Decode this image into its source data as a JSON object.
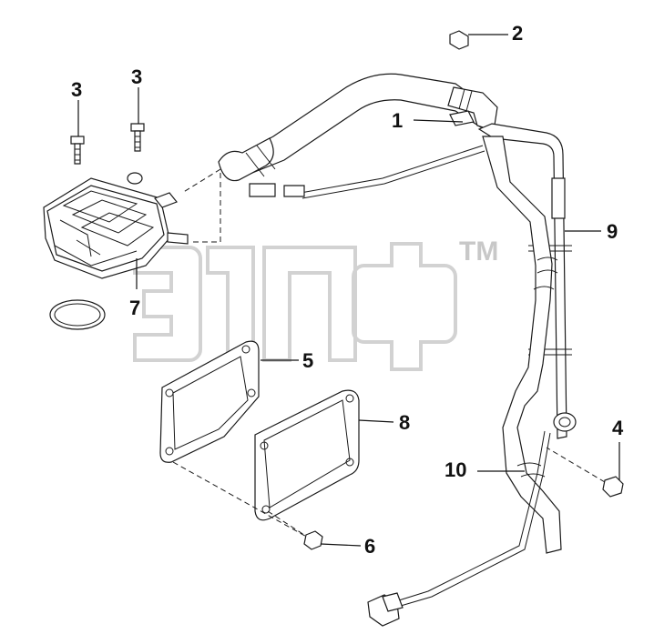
{
  "diagram": {
    "watermark_trademark": "TM",
    "callouts": [
      {
        "id": "c1",
        "label": "1"
      },
      {
        "id": "c2",
        "label": "2"
      },
      {
        "id": "c3a",
        "label": "3"
      },
      {
        "id": "c3b",
        "label": "3"
      },
      {
        "id": "c4",
        "label": "4"
      },
      {
        "id": "c5",
        "label": "5"
      },
      {
        "id": "c6",
        "label": "6"
      },
      {
        "id": "c7",
        "label": "7"
      },
      {
        "id": "c8",
        "label": "8"
      },
      {
        "id": "c9",
        "label": "9"
      },
      {
        "id": "c10",
        "label": "10"
      }
    ]
  }
}
